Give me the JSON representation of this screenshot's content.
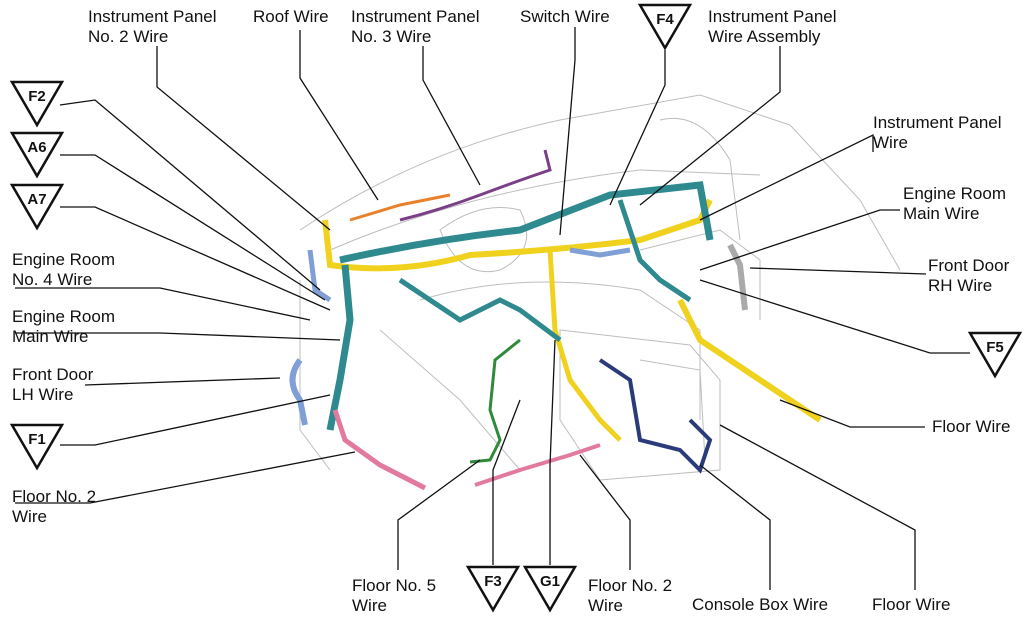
{
  "labels": {
    "ip2": [
      "Instrument Panel",
      "No. 2 Wire"
    ],
    "roof": [
      "Roof Wire"
    ],
    "ip3": [
      "Instrument Panel",
      "No. 3 Wire"
    ],
    "switch": [
      "Switch Wire"
    ],
    "ipwa": [
      "Instrument Panel",
      "Wire Assembly"
    ],
    "ipw": [
      "Instrument Panel",
      "Wire"
    ],
    "ermain_r": [
      "Engine Room",
      "Main Wire"
    ],
    "fdrh": [
      "Front Door",
      "RH Wire"
    ],
    "er4": [
      "Engine Room",
      "No. 4 Wire"
    ],
    "ermain_l": [
      "Engine Room",
      "Main Wire"
    ],
    "fdlh": [
      "Front Door",
      "LH Wire"
    ],
    "floor_r": [
      "Floor Wire"
    ],
    "floor2_l": [
      "Floor No. 2",
      "Wire"
    ],
    "floor5": [
      "Floor No. 5",
      "Wire"
    ],
    "floor2_b": [
      "Floor No. 2",
      "Wire"
    ],
    "console": [
      "Console Box Wire"
    ],
    "floor_b": [
      "Floor Wire"
    ]
  },
  "connectors": {
    "f2": "F2",
    "a6": "A6",
    "a7": "A7",
    "f1": "F1",
    "f4": "F4",
    "f5": "F5",
    "f3": "F3",
    "g1": "G1"
  },
  "colors": {
    "teal": "#2f8a8f",
    "yellow": "#f0d21e",
    "pink": "#e27aa0",
    "purple": "#7a3f86",
    "navy": "#2b3b7a",
    "blue": "#7f9fd6",
    "green": "#2f8a3a",
    "orange": "#e8822a"
  }
}
